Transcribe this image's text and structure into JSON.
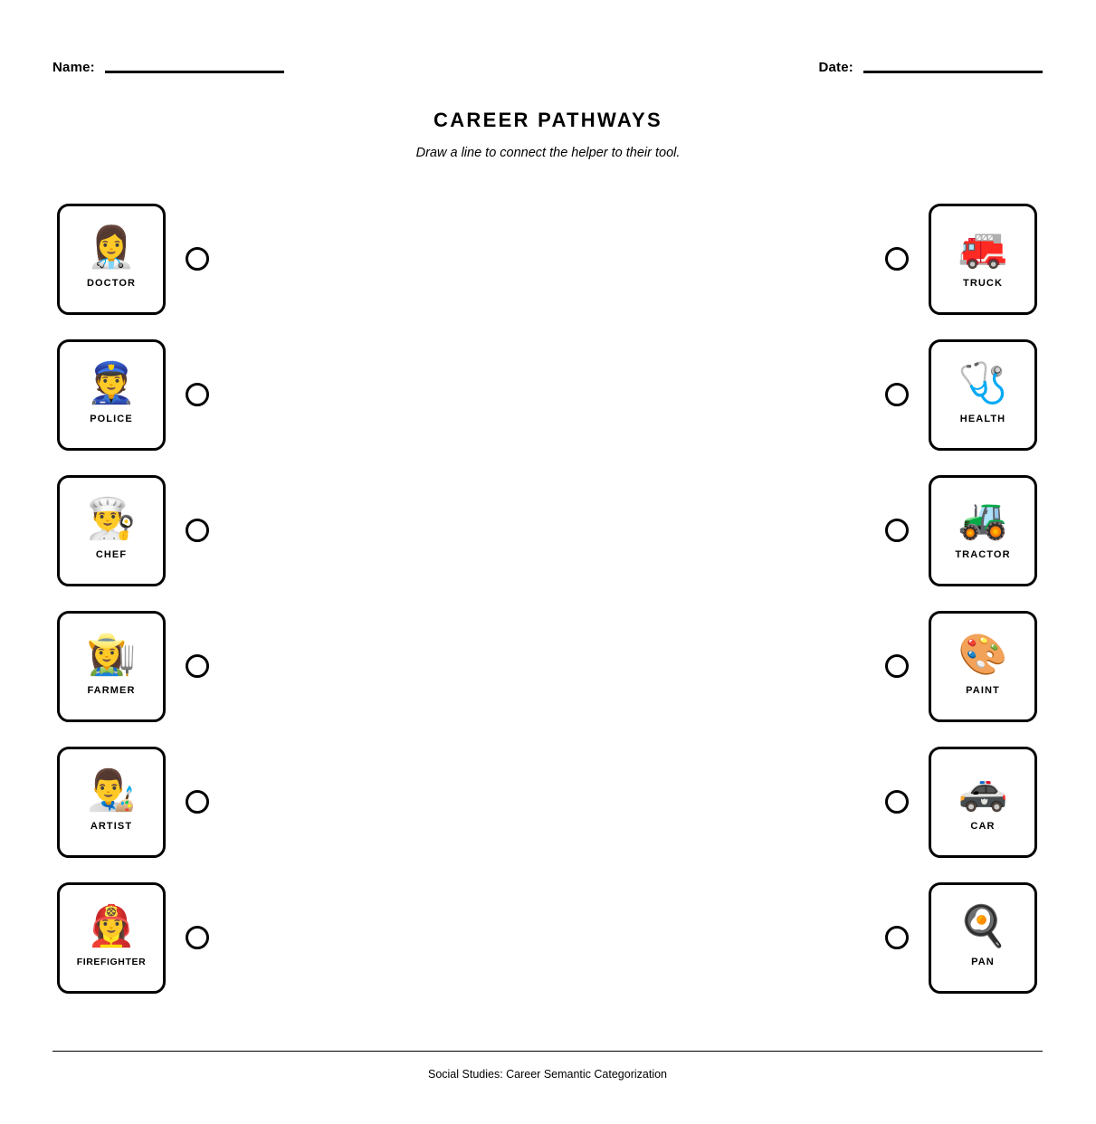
{
  "header": {
    "name_label": "Name:",
    "date_label": "Date:",
    "name_value": "",
    "date_value": ""
  },
  "title": "CAREER PATHWAYS",
  "subtitle": "Draw a line to connect the helper to their tool.",
  "footer": {
    "text": "Social Studies: Career Semantic Categorization"
  },
  "colors": {
    "ink": "#000000",
    "page": "#ffffff"
  },
  "rows": [
    {
      "left": {
        "label": "DOCTOR",
        "emoji": "👩‍⚕️",
        "icon_name": "woman-health-worker-icon"
      },
      "right": {
        "label": "TRUCK",
        "emoji": "🚒",
        "icon_name": "fire-engine-icon"
      }
    },
    {
      "left": {
        "label": "POLICE",
        "emoji": "👮",
        "icon_name": "police-officer-icon"
      },
      "right": {
        "label": "HEALTH",
        "emoji": "🩺",
        "icon_name": "stethoscope-icon"
      }
    },
    {
      "left": {
        "label": "CHEF",
        "emoji": "👨‍🍳",
        "icon_name": "cook-icon"
      },
      "right": {
        "label": "TRACTOR",
        "emoji": "🚜",
        "icon_name": "tractor-icon"
      }
    },
    {
      "left": {
        "label": "FARMER",
        "emoji": "👩‍🌾",
        "icon_name": "woman-farmer-icon"
      },
      "right": {
        "label": "PAINT",
        "emoji": "🎨",
        "icon_name": "artist-palette-icon"
      }
    },
    {
      "left": {
        "label": "ARTIST",
        "emoji": "👨‍🎨",
        "icon_name": "artist-icon"
      },
      "right": {
        "label": "CAR",
        "emoji": "🚓",
        "icon_name": "police-car-icon"
      }
    },
    {
      "left": {
        "label": "FIREFIGHTER",
        "emoji": "👩‍🚒",
        "icon_name": "woman-firefighter-icon"
      },
      "right": {
        "label": "PAN",
        "emoji": "🍳",
        "icon_name": "cooking-pan-icon"
      }
    }
  ]
}
